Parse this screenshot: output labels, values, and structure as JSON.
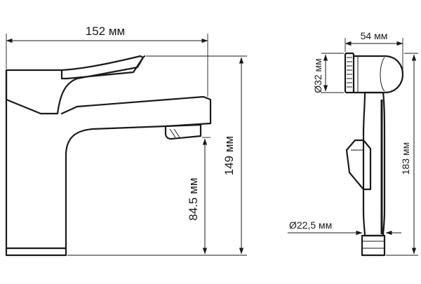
{
  "faucet": {
    "width_label": "152 мм",
    "height_label": "149 мм",
    "spout_height_label": "84.5 мм"
  },
  "shower_head": {
    "width_label": "54 мм",
    "head_diameter_label": "Ø32 мм",
    "length_label": "183 мм",
    "hose_diameter_label": "Ø22,5 мм"
  },
  "colors": {
    "line": "#1a1a1a",
    "background": "#ffffff"
  }
}
